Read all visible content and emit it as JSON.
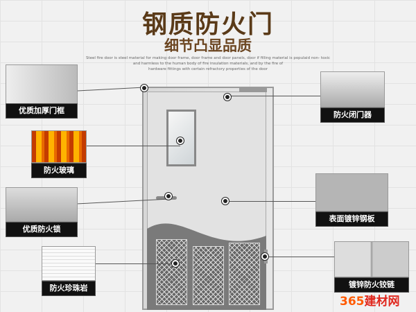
{
  "header": {
    "title": "钢质防火门",
    "subtitle": "细节凸显品质",
    "description": [
      "Steel fire door is steel material for making door frame, door frame and door panels, door if filling material is populaid non- toxic and harmless to the human body of fire insulation materials, and by the fire of",
      "hardware fittings with certain refractory properties of the door"
    ]
  },
  "features": [
    {
      "label": "优质加厚门框"
    },
    {
      "label": "防火玻璃"
    },
    {
      "label": "优质防火锁"
    },
    {
      "label": "防火珍珠岩"
    },
    {
      "label": "防火闭门器"
    },
    {
      "label": "表面镀锌钢板"
    },
    {
      "label": "镀锌防火铰链"
    }
  ],
  "watermark": {
    "number": "365",
    "text": "建材网",
    "number_color": "#ff5a00",
    "text_color": "#e0281e"
  }
}
